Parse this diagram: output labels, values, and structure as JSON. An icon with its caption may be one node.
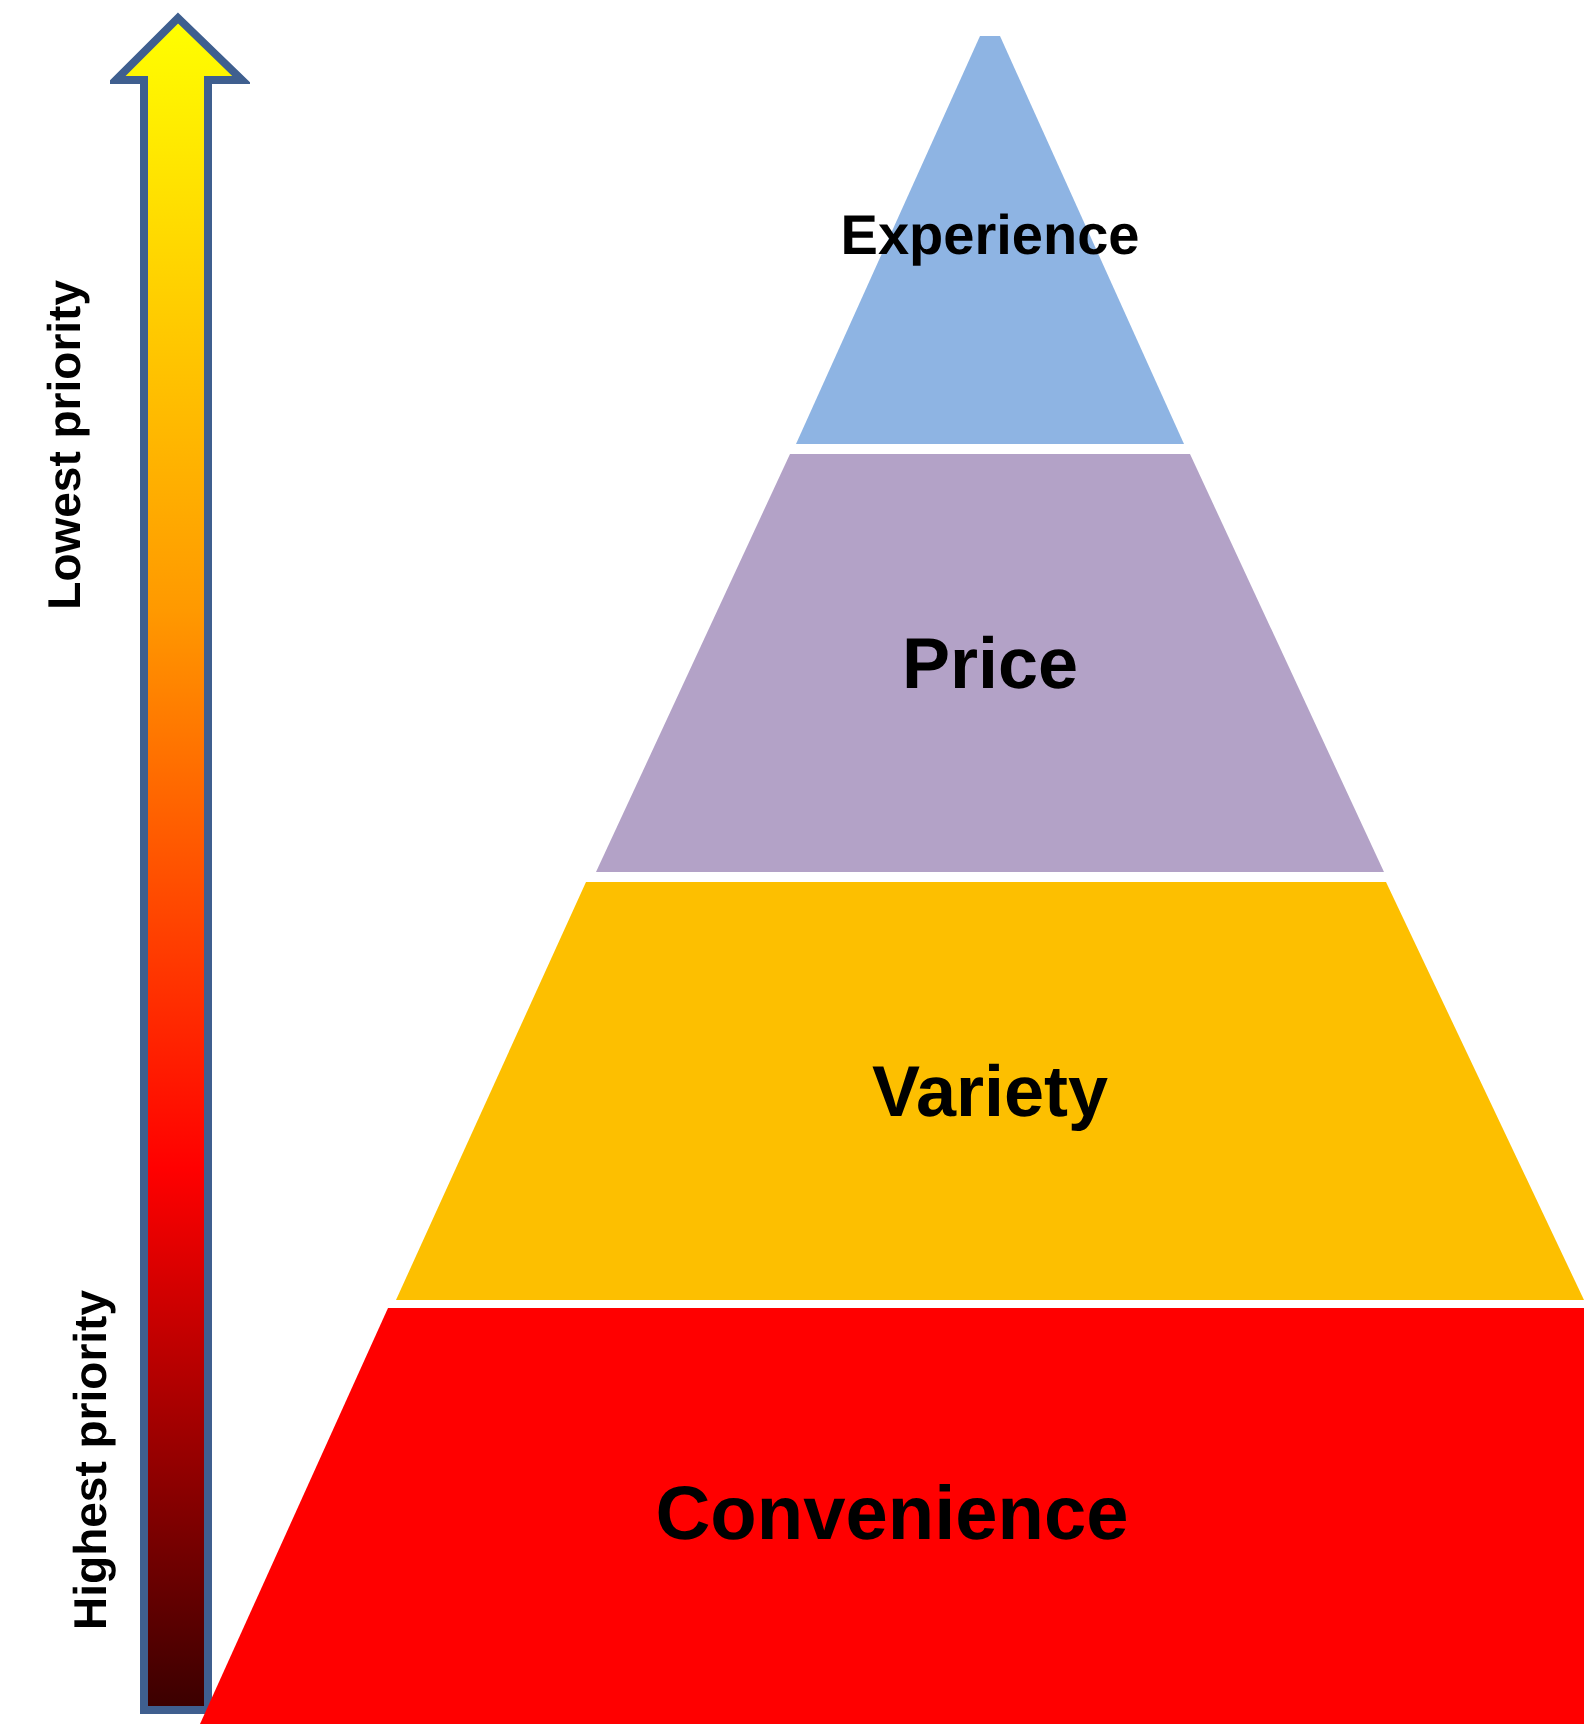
{
  "diagram": {
    "nodes": [
      {
        "text": [
          "Experience"
        ]
      },
      {
        "text": [
          "Price"
        ]
      },
      {
        "text": [
          "Variety"
        ]
      },
      {
        "text": [
          "Convenience"
        ]
      }
    ],
    "edges": [],
    "labels": [
      "Lowest priority",
      "Highest priority"
    ]
  }
}
